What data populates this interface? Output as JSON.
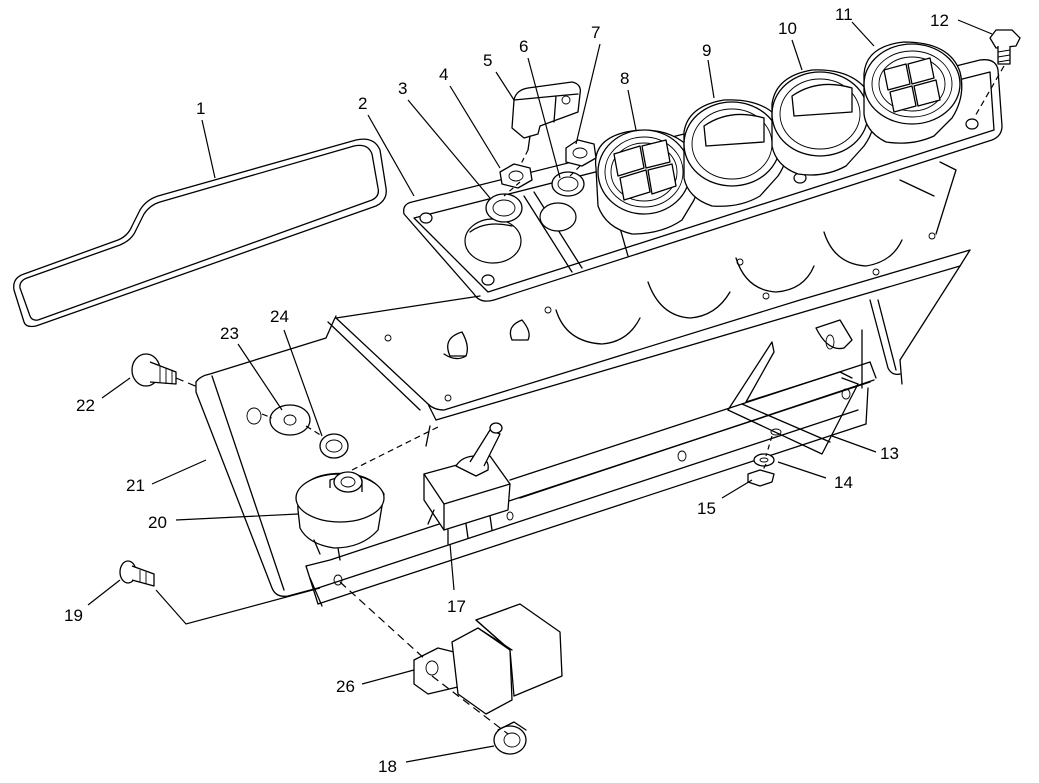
{
  "colors": {
    "line": "#000000",
    "background": "#ffffff"
  },
  "callouts": [
    {
      "id": "1",
      "text": "1"
    },
    {
      "id": "2",
      "text": "2"
    },
    {
      "id": "3",
      "text": "3"
    },
    {
      "id": "4",
      "text": "4"
    },
    {
      "id": "5",
      "text": "5"
    },
    {
      "id": "6",
      "text": "6"
    },
    {
      "id": "7",
      "text": "7"
    },
    {
      "id": "8",
      "text": "8"
    },
    {
      "id": "9",
      "text": "9"
    },
    {
      "id": "10",
      "text": "10"
    },
    {
      "id": "11",
      "text": "11"
    },
    {
      "id": "12",
      "text": "12"
    },
    {
      "id": "13",
      "text": "13"
    },
    {
      "id": "14",
      "text": "14"
    },
    {
      "id": "15",
      "text": "15"
    },
    {
      "id": "17",
      "text": "17"
    },
    {
      "id": "18",
      "text": "18"
    },
    {
      "id": "19",
      "text": "19"
    },
    {
      "id": "20",
      "text": "20"
    },
    {
      "id": "21",
      "text": "21"
    },
    {
      "id": "22",
      "text": "22"
    },
    {
      "id": "23",
      "text": "23"
    },
    {
      "id": "24",
      "text": "24"
    },
    {
      "id": "26",
      "text": "26"
    }
  ]
}
